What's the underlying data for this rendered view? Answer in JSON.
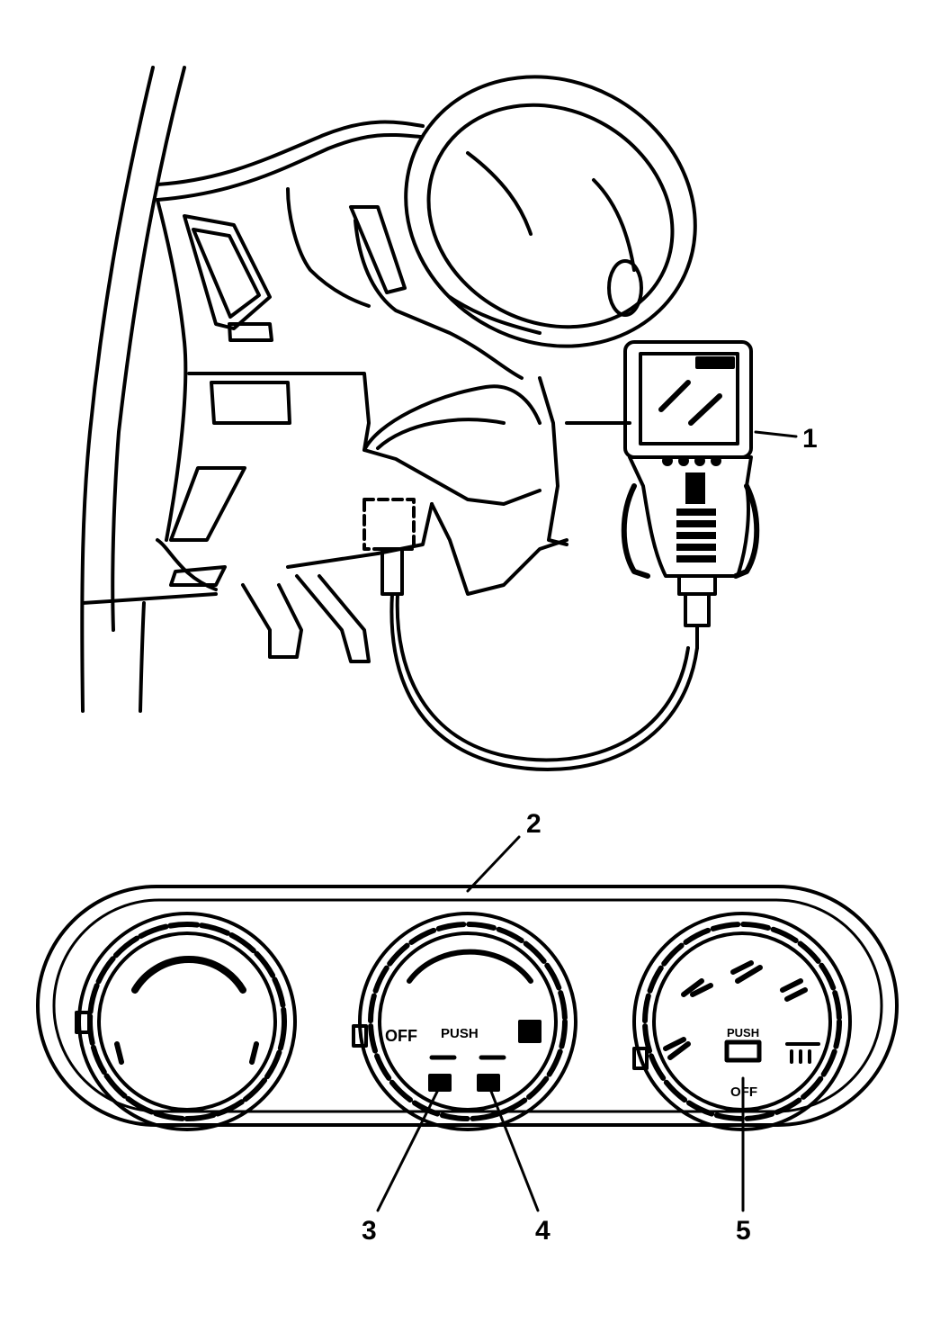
{
  "callouts": {
    "c1": "1",
    "c2": "2",
    "c3": "3",
    "c4": "4",
    "c5": "5"
  },
  "panel": {
    "off": "OFF",
    "push": "PUSH",
    "push_right": "PUSH",
    "off_right": "OFF"
  },
  "colors": {
    "ink": "#000000",
    "paper": "#ffffff"
  }
}
